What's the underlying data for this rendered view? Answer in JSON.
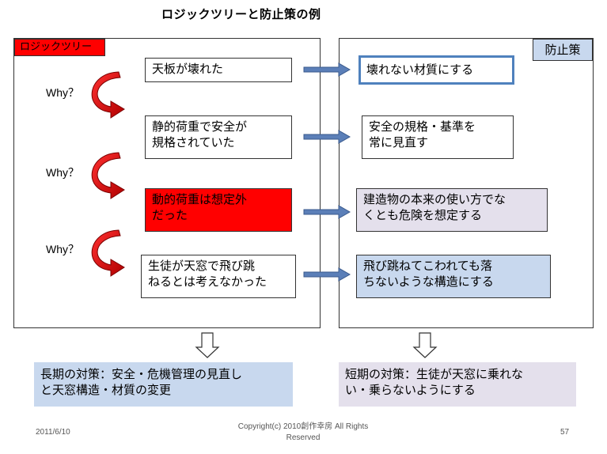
{
  "title": "ロジックツリーと防止策の例",
  "left_panel": {
    "tag": "ロジックツリー"
  },
  "right_panel": {
    "tag": "防止策"
  },
  "why_label": "Why？",
  "tree": [
    {
      "line1": "天板が壊れた",
      "line2": ""
    },
    {
      "line1": "静的荷重で安全が",
      "line2": "規格されていた"
    },
    {
      "line1": "動的荷重は想定外",
      "line2": "だった"
    },
    {
      "line1": "生徒が天窓で飛び跳",
      "line2": "ねるとは考えなかった"
    }
  ],
  "measures": [
    {
      "line1": "壊れない材質にする",
      "line2": ""
    },
    {
      "line1": "安全の規格・基準を",
      "line2": "常に見直す"
    },
    {
      "line1": "建造物の本来の使い方でな",
      "line2": "くとも危険を想定する"
    },
    {
      "line1": "飛び跳ねてこわれても落",
      "line2": "ちないような構造にする"
    }
  ],
  "bottom_left": {
    "line1": "長期の対策：安全・危機管理の見直し",
    "line2": "と天窓構造・材質の変更"
  },
  "bottom_right": {
    "line1": "短期の対策：生徒が天窓に乗れな",
    "line2": "い・乗らないようにする"
  },
  "footer": {
    "date": "2011/6/10",
    "copyright_line1": "Copyright(c)  2010創作幸房 All Rights",
    "copyright_line2": "Reserved",
    "page": "57"
  },
  "colors": {
    "red": "#ff0000",
    "blue_fill": "#c8d8ee",
    "lavender_fill": "#e4e0ec",
    "arrow_blue": "#5b7fb8",
    "highlight_border": "#4f81bd"
  }
}
